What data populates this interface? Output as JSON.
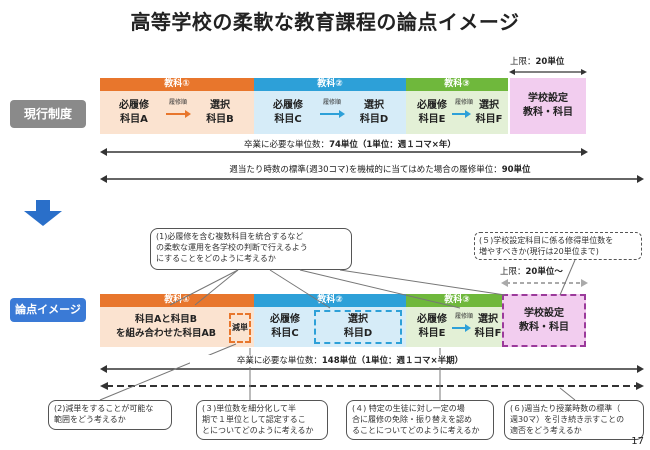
{
  "title": "高等学校の柔軟な教育課程の論点イメージ",
  "page_number": "17",
  "current": {
    "label": "現行制度",
    "subjects": [
      "教科①",
      "教科②",
      "教科③"
    ],
    "cells": {
      "a": "必履修\n科目A",
      "b": "選択\n科目B",
      "c": "必履修\n科目C",
      "d": "選択\n科目D",
      "e": "必履修\n科目E",
      "f": "選択\n科目F",
      "school": "学校設定\n教科・科目"
    },
    "order_label": "履修順",
    "cap_prefix": "上限：",
    "cap_value": "20単位",
    "grad_prefix": "卒業に必要な単位数：",
    "grad_value": "74単位（1単位：週１コマ×年）",
    "hours_prefix": "週当たり時数の標準(週30コマ)を機械的に当てはめた場合の履修単位：",
    "hours_value": "90単位"
  },
  "proposal": {
    "label": "論点イメージ",
    "subjects": [
      "教科①",
      "教科②",
      "教科③"
    ],
    "cells": {
      "ab": "科目Aと科目B\nを組み合わせた科目AB",
      "reduce": "減単",
      "c": "必履修\n科目C",
      "d": "選択\n科目D",
      "e": "必履修\n科目E",
      "f": "選択\n科目F",
      "school": "学校設定\n教科・科目"
    },
    "order_label": "履修順",
    "cap_prefix": "上限：",
    "cap_value": "20単位～",
    "grad_prefix": "卒業に必要な単位数：",
    "grad_value": "148単位（1単位：週１コマ×半期）"
  },
  "notes": {
    "n1": "(1)必履修を含む複数科目を統合するなど\nの柔軟な運用を各学校の判断で行えるよう\nにすることをどのように考えるか",
    "n2": "(2)減単をすることが可能な\n範囲をどう考えるか",
    "n3": "(３)単位数を細分化して半\n期で１単位として認定するこ\nとについてどのように考えるか",
    "n4": "(４) 特定の生徒に対し一定の場\n合に履修の免除・振り替えを認め\nることについてどのように考えるか",
    "n5": "(５)学校設定科目に係る修得単位数を\n増やすべきか(現行は20単位まで)",
    "n6": "(６)週当たり授業時数の標準（\n週30マ）を引き続き示すことの\n適否をどう考えるか"
  },
  "colors": {
    "subject1": "#e8762c",
    "subject1_light": "#fbe3d0",
    "subject2": "#2da0d8",
    "subject2_light": "#d6ecf8",
    "subject3": "#6fb83c",
    "subject3_light": "#e3f0d6",
    "school": "#f2cdef",
    "school_border": "#9b3a9b",
    "arrow_blue": "#2a6fc9"
  }
}
